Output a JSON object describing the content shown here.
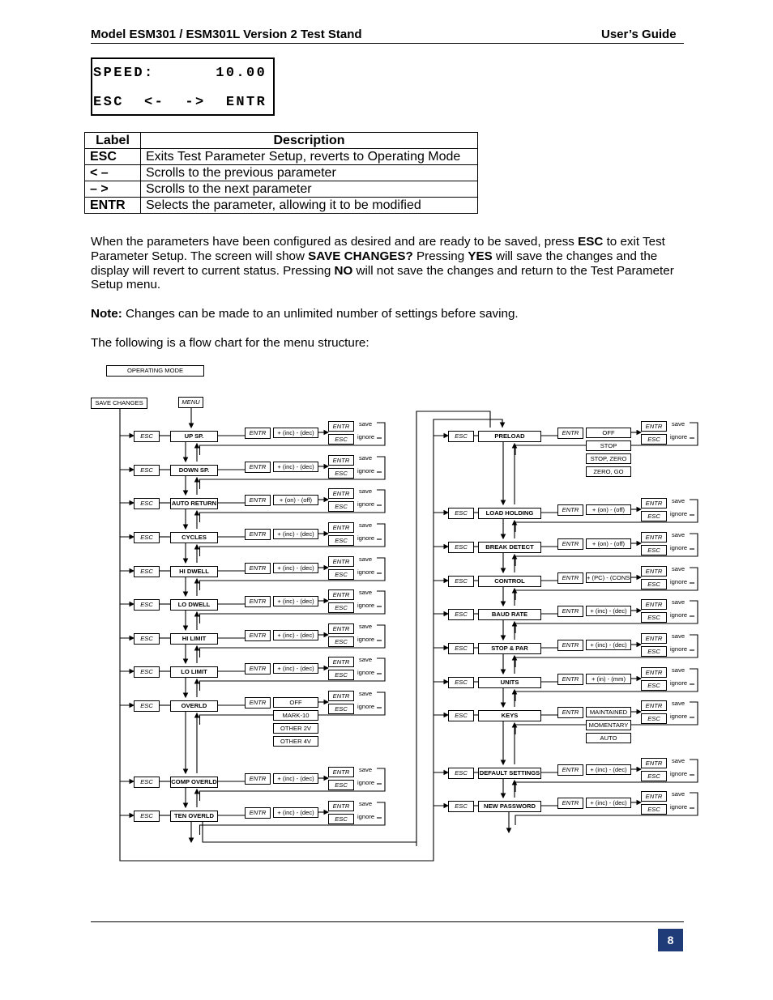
{
  "header": {
    "title": "Model ESM301 / ESM301L Version 2 Test Stand",
    "right": "User’s Guide"
  },
  "lcd": {
    "line1": "SPEED:      10.00",
    "line2": "ESC  <-  ->  ENTR"
  },
  "label_table": {
    "headers": [
      "Label",
      "Description"
    ],
    "rows": [
      [
        "ESC",
        "Exits Test Parameter Setup, reverts to Operating Mode"
      ],
      [
        "< –",
        "Scrolls to the previous parameter"
      ],
      [
        "– >",
        "Scrolls to the next parameter"
      ],
      [
        "ENTR",
        "Selects the parameter, allowing it to be modified"
      ]
    ]
  },
  "text": {
    "p1_a": "When the parameters have been configured as desired and are ready to be saved, press ",
    "p1_esc": "ESC",
    "p1_b": " to exit Test Parameter Setup. The screen will show ",
    "p1_save": "SAVE CHANGES?",
    "p1_c": " Pressing ",
    "p1_yes": "YES",
    "p1_d": " will save the changes and the display will revert to current status. Pressing ",
    "p1_no": "NO",
    "p1_e": " will not save the changes and return to the Test Parameter Setup menu.",
    "note_label": "Note:",
    "note_text": " Changes can be made to an unlimited number of settings before saving.",
    "flow_intro": "The following is a flow chart for the menu structure:"
  },
  "flow": {
    "operating_mode": "OPERATING MODE",
    "save_changes": "SAVE CHANGES",
    "menu": "MENU",
    "esc": "ESC",
    "entr": "ENTR",
    "save": "save",
    "ignore": "ignore",
    "left": [
      {
        "name": "UP SP.",
        "val": "+ (inc)  - (dec)"
      },
      {
        "name": "DOWN SP.",
        "val": "+ (inc)  - (dec)"
      },
      {
        "name": "AUTO RETURN",
        "val": "+ (on)  - (off)"
      },
      {
        "name": "CYCLES",
        "val": "+ (inc)  - (dec)"
      },
      {
        "name": "HI DWELL",
        "val": "+ (inc)  - (dec)"
      },
      {
        "name": "LO DWELL",
        "val": "+ (inc)  - (dec)"
      },
      {
        "name": "HI LIMIT",
        "val": "+ (inc)  - (dec)"
      },
      {
        "name": "LO LIMIT",
        "val": "+ (inc)  - (dec)"
      },
      {
        "name": "OVERLD",
        "options": [
          "OFF",
          "MARK-10",
          "OTHER 2V",
          "OTHER 4V"
        ]
      },
      {
        "name": "COMP OVERLD",
        "val": "+ (inc)  - (dec)"
      },
      {
        "name": "TEN OVERLD",
        "val": "+ (inc)  - (dec)"
      }
    ],
    "right": [
      {
        "name": "PRELOAD",
        "options": [
          "OFF",
          "STOP",
          "STOP, ZERO",
          "ZERO, GO"
        ]
      },
      {
        "name": "LOAD HOLDING",
        "val": "+ (on)  - (off)"
      },
      {
        "name": "BREAK DETECT",
        "val": "+ (on)  - (off)"
      },
      {
        "name": "CONTROL",
        "val": "+ (PC)  - (CONSOLE)"
      },
      {
        "name": "BAUD RATE",
        "val": "+ (inc)  - (dec)"
      },
      {
        "name": "STOP & PAR",
        "val": "+ (inc)  - (dec)"
      },
      {
        "name": "UNITS",
        "val": "+ (in)  - (mm)"
      },
      {
        "name": "KEYS",
        "options": [
          "MAINTAINED",
          "MOMENTARY",
          "AUTO"
        ]
      },
      {
        "name": "DEFAULT SETTINGS",
        "val": "+ (inc)  - (dec)"
      },
      {
        "name": "NEW PASSWORD",
        "val": "+ (inc)  - (dec)"
      }
    ]
  },
  "page_number": "8"
}
